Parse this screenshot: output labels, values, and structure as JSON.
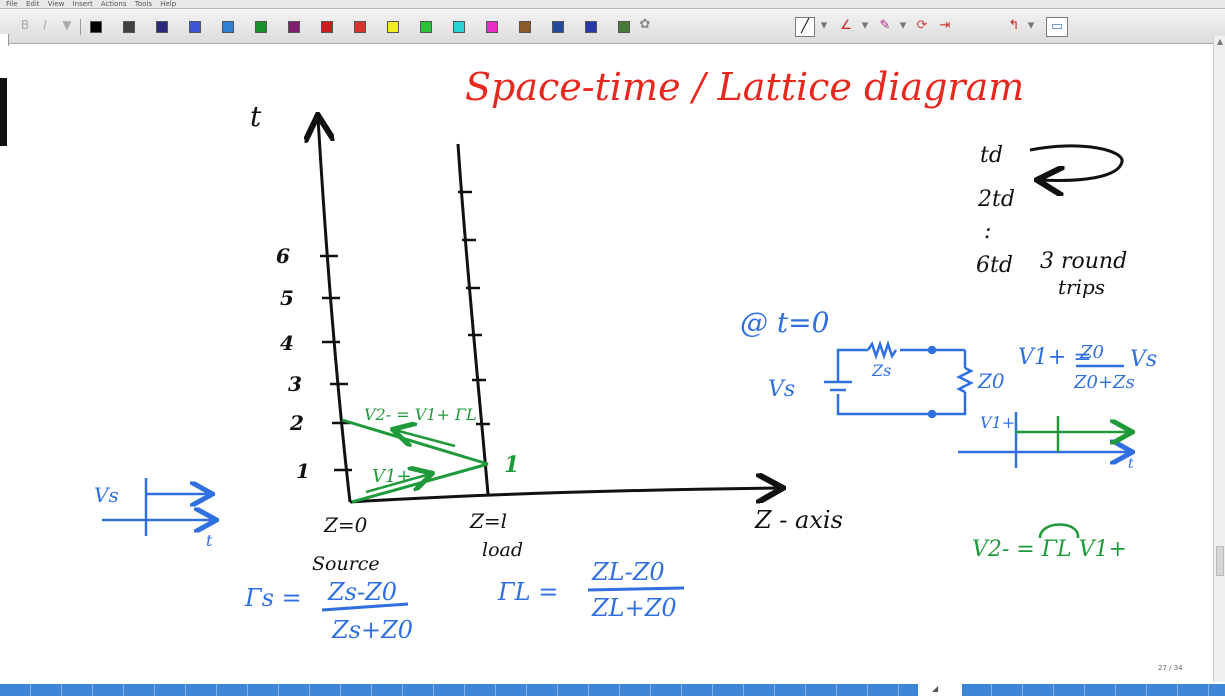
{
  "menubar": {
    "items": [
      "File",
      "Edit",
      "View",
      "Insert",
      "Actions",
      "Tools",
      "Help"
    ]
  },
  "toolbar": {
    "colors": [
      "#000000",
      "#404040",
      "#2a2a7a",
      "#3f55d9",
      "#2f7fd2",
      "#1c8e2e",
      "#7e1e6e",
      "#d21a1a",
      "#d9332b",
      "#f2ea2a",
      "#2bc23a",
      "#2ad3d3",
      "#e62fc6",
      "#8a5a2a",
      "#234a9a",
      "#2838a8",
      "#4a7a3a"
    ],
    "icons": [
      "pen-icon",
      "highlighter-icon",
      "eraser-icon",
      "lasso-icon",
      "insert-space-icon",
      "undo-arrow-icon",
      "screen-icon"
    ]
  },
  "page_counter": "27 / 34",
  "diagram": {
    "title": "Space-time / Lattice diagram",
    "t_axis_label": "t",
    "z_axis_label": "Z - axis",
    "z0_label": "Z=0",
    "zl_label": "Z=l",
    "source_label": "Source",
    "load_label": "load",
    "tick_labels": [
      "1",
      "2",
      "3",
      "4",
      "5",
      "6"
    ],
    "load_point_label": "1",
    "wave1_label": "V1+",
    "reflected_label": "V2- = V1+ ΓL",
    "gamma_s_lhs": "Γs =",
    "gamma_s_num": "Zs-Z0",
    "gamma_s_den": "Zs+Z0",
    "gamma_l_lhs": "ΓL =",
    "gamma_l_num": "ZL-Z0",
    "gamma_l_den": "ZL+Z0",
    "step_v_label": "Vs",
    "step_t_label": "t",
    "at_t0": "@ t=0",
    "circuit_vs": "Vs",
    "circuit_zs": "Zs",
    "circuit_z0": "Z0",
    "v1_eq_lhs": "V1+ =",
    "v1_eq_num": "Z0",
    "v1_eq_den": "Z0+Zs",
    "v1_eq_rhs": "Vs",
    "small_plot_v": "V1+",
    "small_plot_t": "t",
    "v2_eq": "V2- = ΓL V1+",
    "notes_td": "td",
    "notes_2td": "2td",
    "notes_dots": ":",
    "notes_6td": "6td",
    "notes_round": "3 round",
    "notes_trips": "trips"
  }
}
